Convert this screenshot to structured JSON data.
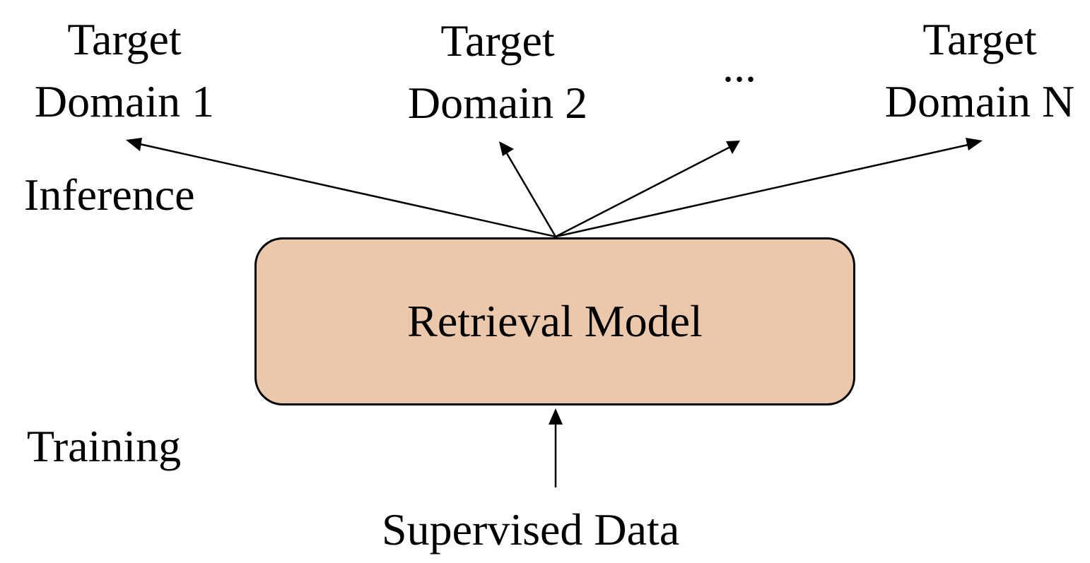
{
  "targets": [
    {
      "line1": "Target",
      "line2": "Domain 1"
    },
    {
      "line1": "Target",
      "line2": "Domain 2"
    },
    {
      "line1": "Target",
      "line2": "Domain N"
    }
  ],
  "ellipsis": "...",
  "phases": {
    "inference": "Inference",
    "training": "Training"
  },
  "model": {
    "label": "Retrieval Model",
    "fill": "#ebc8ab"
  },
  "input": {
    "label": "Supervised Data"
  }
}
